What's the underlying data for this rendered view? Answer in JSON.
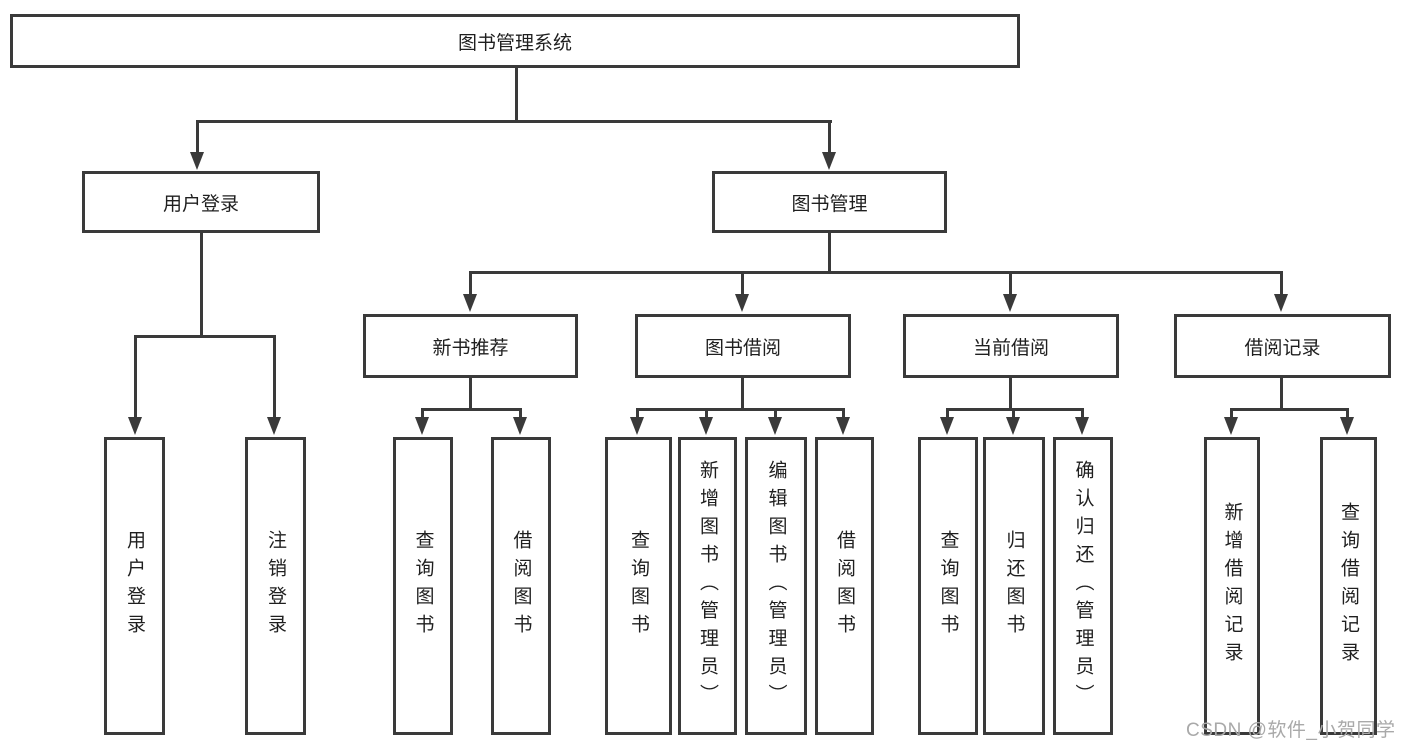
{
  "tree": {
    "root": {
      "label": "图书管理系统"
    },
    "login": {
      "label": "用户登录",
      "children": [
        {
          "label": "用户登录"
        },
        {
          "label": "注销登录"
        }
      ]
    },
    "mgmt": {
      "label": "图书管理",
      "sections": [
        {
          "label": "新书推荐",
          "children": [
            {
              "label": "查询图书"
            },
            {
              "label": "借阅图书"
            }
          ]
        },
        {
          "label": "图书借阅",
          "children": [
            {
              "label": "查询图书"
            },
            {
              "label": "新增图书（管理员）"
            },
            {
              "label": "编辑图书（管理员）"
            },
            {
              "label": "借阅图书"
            }
          ]
        },
        {
          "label": "当前借阅",
          "children": [
            {
              "label": "查询图书"
            },
            {
              "label": "归还图书"
            },
            {
              "label": "确认归还（管理员）"
            }
          ]
        },
        {
          "label": "借阅记录",
          "children": [
            {
              "label": "新增借阅记录"
            },
            {
              "label": "查询借阅记录"
            }
          ]
        }
      ]
    }
  },
  "watermark": "CSDN @软件_小贺同学",
  "colors": {
    "line": "#3a3a3a",
    "box_background": "#ffffff",
    "text": "#1f1f1f",
    "watermark": "#a9a9a9"
  }
}
